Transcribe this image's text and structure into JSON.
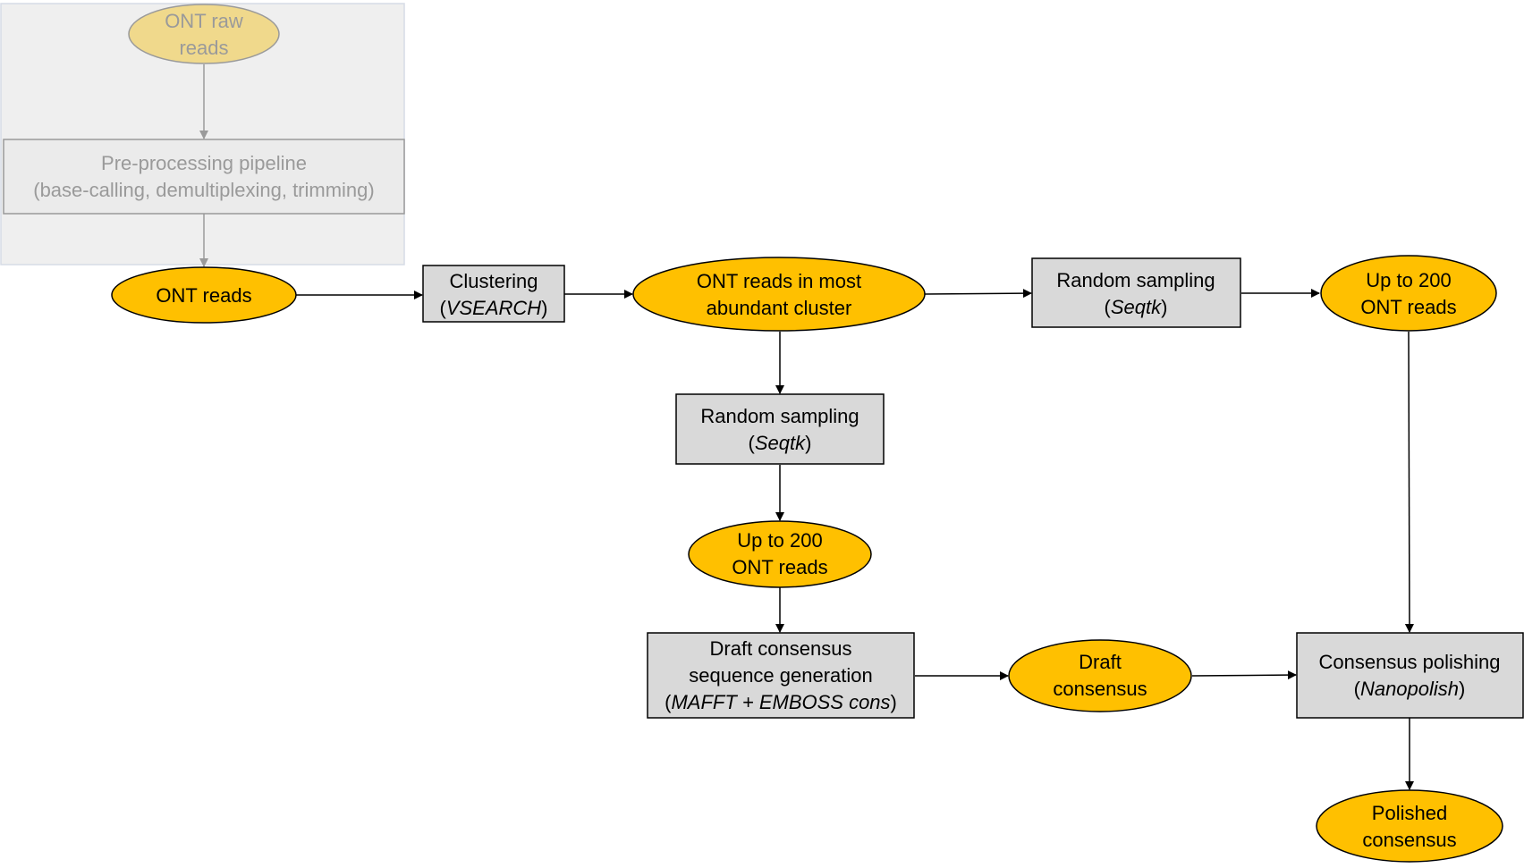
{
  "colors": {
    "ellipse_fill": "#FFC000",
    "ellipse_faded_fill": "#F0D98C",
    "box_fill": "#D9D9D9",
    "box_faded_fill": "#EBEBEB",
    "background_panel": "#EFEFEF",
    "edge": "#000000",
    "faded_edge": "#9A9A9A"
  },
  "nodes": {
    "ont_raw_reads": {
      "line1": "ONT raw",
      "line2": "reads"
    },
    "preprocessing": {
      "line1": "Pre-processing pipeline",
      "line2": "(base-calling, demultiplexing, trimming)"
    },
    "ont_reads": {
      "label": "ONT reads"
    },
    "clustering": {
      "line1": "Clustering",
      "open": "(",
      "tool": "VSEARCH",
      "close": ")"
    },
    "abundant_cluster": {
      "line1": "ONT reads in most",
      "line2": "abundant cluster"
    },
    "random_sampling_top": {
      "line1": "Random sampling",
      "open": "(",
      "tool": "Seqtk",
      "close": ")"
    },
    "up_to_200_top": {
      "line1": "Up to 200",
      "line2": "ONT reads"
    },
    "random_sampling_mid": {
      "line1": "Random sampling",
      "open": "(",
      "tool": "Seqtk",
      "close": ")"
    },
    "up_to_200_mid": {
      "line1": "Up to 200",
      "line2": "ONT reads"
    },
    "draft_generation": {
      "line1": "Draft consensus",
      "line2": "sequence generation",
      "open": "(",
      "tool": "MAFFT + EMBOSS cons",
      "close": ")"
    },
    "draft_consensus": {
      "line1": "Draft",
      "line2": "consensus"
    },
    "consensus_polishing": {
      "line1": "Consensus polishing",
      "open": "(",
      "tool": "Nanopolish",
      "close": ")"
    },
    "polished_consensus": {
      "line1": "Polished",
      "line2": "consensus"
    }
  }
}
